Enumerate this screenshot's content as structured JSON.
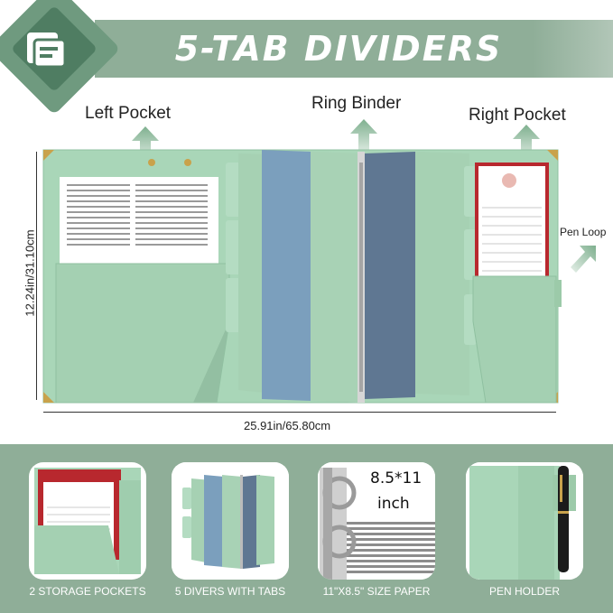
{
  "header": {
    "title": "5-TAB DIVIDERS",
    "logo_icon": "folder-logo-icon"
  },
  "labels": {
    "left_pocket": "Left Pocket",
    "ring_binder": "Ring Binder",
    "right_pocket": "Right Pocket",
    "pen_loop": "Pen Loop",
    "height_dim": "12.24in/31.10cm",
    "width_dim": "25.91in/65.80cm"
  },
  "features": [
    {
      "caption": "2 STORAGE POCKETS"
    },
    {
      "caption": "5 DIVERS WITH TABS"
    },
    {
      "caption": "11\"X8.5\" SIZE PAPER",
      "overlay": "8.5*11\ninch"
    },
    {
      "caption": "PEN HOLDER"
    }
  ],
  "colors": {
    "banner": "#8fae98",
    "binder_green": "#a8d4b6",
    "divider_blue": "#7b9fbd",
    "divider_slate": "#5f7792",
    "gold": "#c9a24b",
    "notepad_red": "#b8282e"
  }
}
